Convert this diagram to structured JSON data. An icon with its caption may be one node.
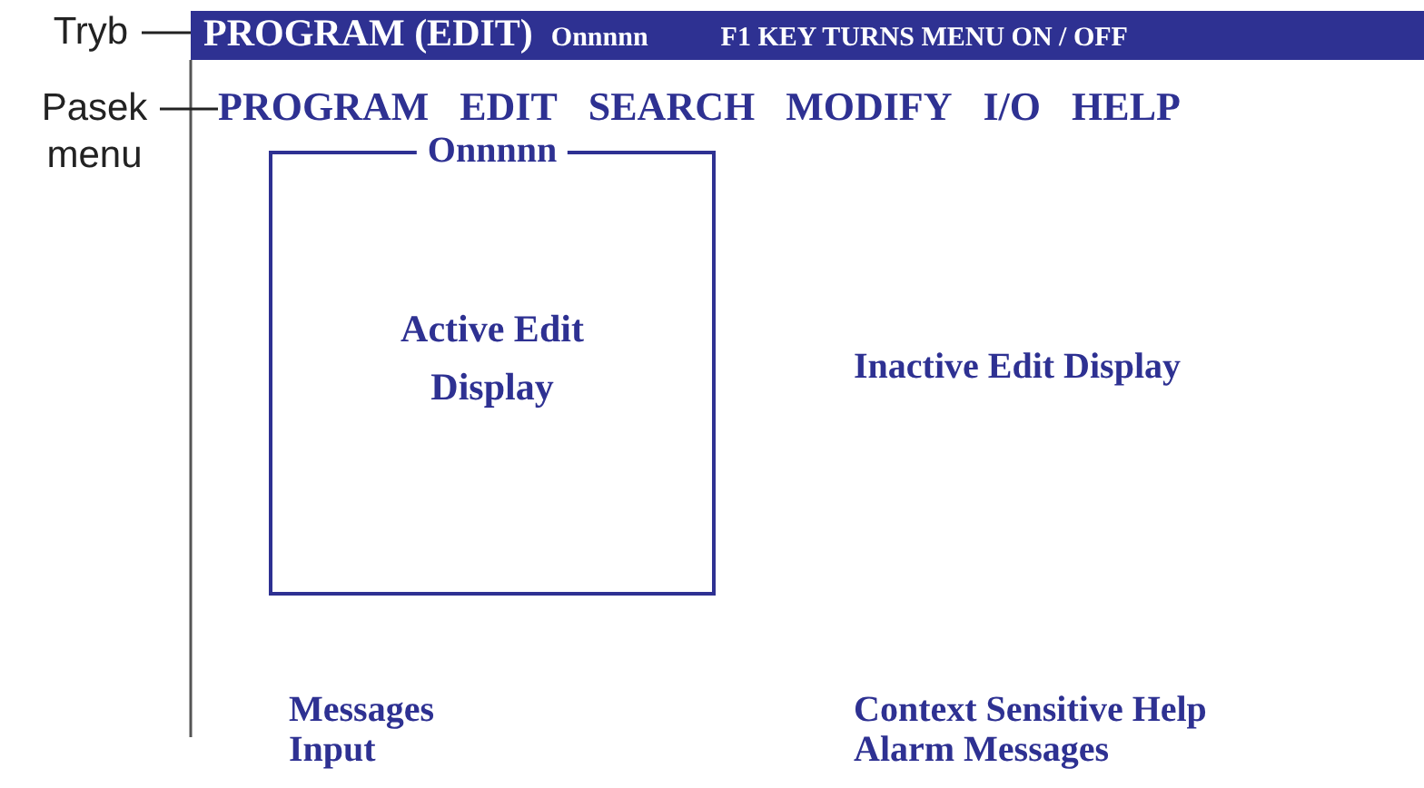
{
  "diagram": {
    "nodes": [
      {
        "text": [
          "Tryb"
        ]
      },
      {
        "text": [
          "PROGRAM (EDIT)",
          "Onnnnn",
          "F1 KEY TURNS MENU ON / OFF"
        ]
      },
      {
        "text": [
          "Pasek menu"
        ]
      },
      {
        "text": [
          "PROGRAM",
          "EDIT",
          "SEARCH",
          "MODIFY",
          "I/O",
          "HELP"
        ]
      },
      {
        "text": [
          "Onnnnn",
          "Active Edit Display"
        ]
      }
    ],
    "edges": [
      {
        "from": 0,
        "to": 1,
        "arrow": "none"
      },
      {
        "from": 2,
        "to": 3,
        "arrow": "none"
      }
    ],
    "labels": [
      "Inactive Edit Display",
      "Messages",
      "Input",
      "Context Sensitive Help",
      "Alarm Messages"
    ]
  }
}
